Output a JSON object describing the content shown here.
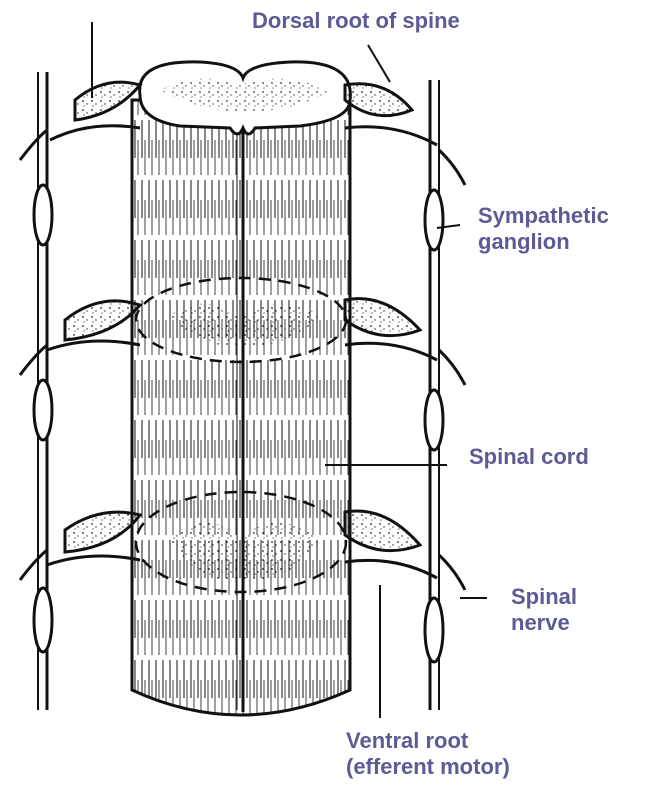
{
  "labels": {
    "dorsal_root": "Dorsal root of spine",
    "sympathetic_ganglion": [
      "Sympathetic",
      "ganglion"
    ],
    "spinal_cord": "Spinal cord",
    "spinal_nerve": [
      "Spinal",
      "nerve"
    ],
    "ventral_root": [
      "Ventral root",
      "(efferent motor)"
    ]
  },
  "colors": {
    "label_text": "#5b5b96",
    "ink": "#111111",
    "background": "#ffffff"
  }
}
